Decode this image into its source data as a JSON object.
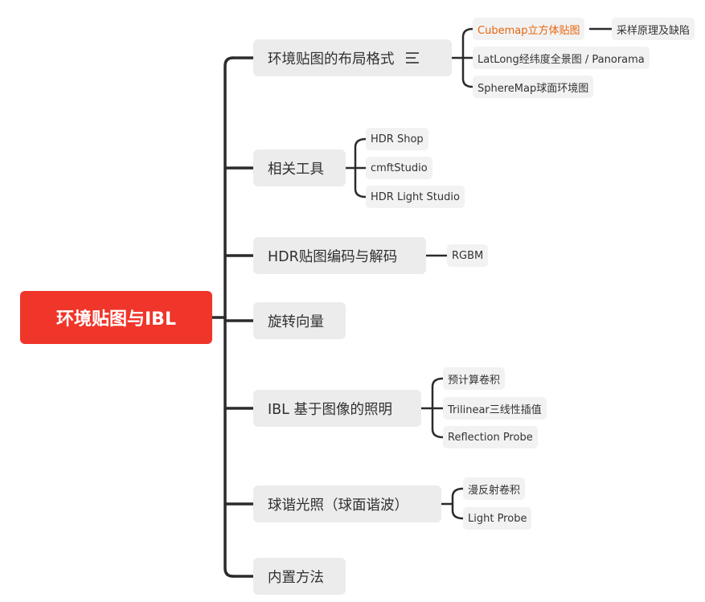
{
  "root": {
    "label": "环境贴图与IBL"
  },
  "branches": [
    {
      "label": "环境贴图的布局格式",
      "has_notes_icon": true,
      "children": [
        {
          "label": "Cubemap立方体贴图",
          "highlight": true,
          "children": [
            {
              "label": "采样原理及缺陷"
            }
          ]
        },
        {
          "label": "LatLong经纬度全景图 / Panorama"
        },
        {
          "label": "SphereMap球面环境图"
        }
      ]
    },
    {
      "label": "相关工具",
      "children": [
        {
          "label": "HDR Shop"
        },
        {
          "label": "cmftStudio"
        },
        {
          "label": "HDR Light Studio"
        }
      ]
    },
    {
      "label": "HDR贴图编码与解码",
      "children": [
        {
          "label": "RGBM"
        }
      ]
    },
    {
      "label": "旋转向量"
    },
    {
      "label": "IBL 基于图像的照明",
      "children": [
        {
          "label": "预计算卷积"
        },
        {
          "label": "Trilinear三线性插值"
        },
        {
          "label": "Reflection Probe"
        }
      ]
    },
    {
      "label": "球谐光照（球面谐波）",
      "children": [
        {
          "label": "漫反射卷积"
        },
        {
          "label": "Light Probe"
        }
      ]
    },
    {
      "label": "内置方法"
    }
  ],
  "colors": {
    "root_bg": "#f0352a",
    "branch_bg": "#ececec",
    "leaf_bg": "#f2f2f2",
    "highlight_text": "#e8650e",
    "connector": "#2b2b2b"
  },
  "icons": {
    "notes": "notes-icon"
  }
}
